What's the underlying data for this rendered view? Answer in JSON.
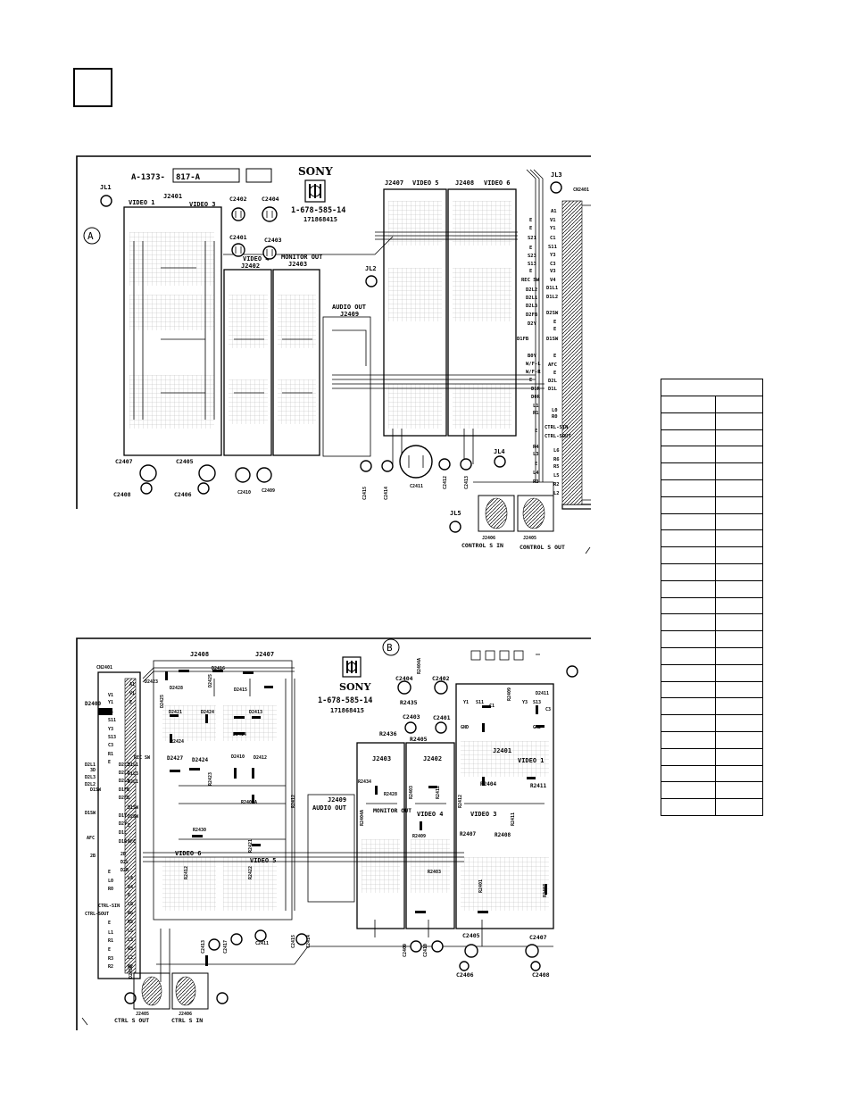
{
  "board_a": {
    "marker": "A",
    "part_number": "A-1373-",
    "part_suffix": "817-A",
    "brand": "SONY",
    "pcb_code": "1-678-585-14",
    "serial": "171868415",
    "labels": {
      "jl1": "JL1",
      "jl2": "JL2",
      "jl3": "JL3",
      "jl4": "JL4",
      "jl5": "JL5",
      "j2401": "J2401",
      "video1": "VIDEO 1",
      "video3": "VIDEO 3",
      "c2402": "C2402",
      "c2404": "C2404",
      "c2401": "C2401",
      "c2403": "C2403",
      "video4": "VIDEO 4",
      "monitor_out": "MONITOR OUT",
      "j2402": "J2402",
      "j2403": "J2403",
      "audio_out": "AUDIO OUT",
      "j2409": "J2409",
      "j2407": "J2407",
      "video5": "VIDEO 5",
      "j2408": "J2408",
      "video6": "VIDEO 6",
      "cn2401": "CN2401",
      "c2407": "C2407",
      "c2405": "C2405",
      "c2408": "C2408",
      "c2406": "C2406",
      "c2410": "C2410",
      "c2409": "C2409",
      "c2415": "C2415",
      "c2414": "C2414",
      "c2411": "C2411",
      "c2412": "C2412",
      "c2413": "C2413",
      "j2406": "J2406",
      "j2405": "J2405",
      "control_s_in": "CONTROL S IN",
      "control_s_out": "CONTROL S OUT"
    },
    "connector_left": [
      "E",
      "E",
      "S21",
      "E",
      "S23",
      "S13",
      "E",
      "REC SW",
      "D2L2",
      "D2L1",
      "D2L3",
      "D2FB",
      "D2Y",
      "D1FB",
      "B0Y",
      "W/F-L",
      "W/F-R",
      "E",
      "D1R",
      "D0R",
      "L1",
      "R1",
      "E",
      "R4",
      "L3",
      "E",
      "L4",
      "R3"
    ],
    "connector_right": [
      "A1",
      "V1",
      "Y1",
      "C1",
      "S11",
      "Y3",
      "C3",
      "V3",
      "V4",
      "D1L1",
      "D1L2",
      "D2SW",
      "E",
      "E",
      "D1SW",
      "E",
      "AFC",
      "E",
      "D2L",
      "D1L",
      "L0",
      "R0",
      "CTRL-SIN",
      "CTRL-SOUT",
      "L6",
      "R6",
      "R5",
      "L5",
      "R2",
      "L2"
    ]
  },
  "board_b": {
    "marker": "B",
    "brand": "SONY",
    "pcb_code": "1-678-585-14",
    "serial": "171868415",
    "labels": {
      "cn2401": "CN2401",
      "d2400": "D2400",
      "j2408": "J2408",
      "j2407": "J2407",
      "d2423": "D2423",
      "d2428": "D2428",
      "d2416": "D2416",
      "d2415": "D2415",
      "d2425": "D2425",
      "d2421": "D2421",
      "d2424": "D2424",
      "d2413": "D2413",
      "d2414": "D2414",
      "r2424": "R2424",
      "d2427": "D2427",
      "d2424b": "D2424",
      "d2410": "D2410",
      "d2412": "D2412",
      "r2423": "R2423",
      "r2405a": "R2405A",
      "r2430": "R2430",
      "video6": "VIDEO 6",
      "video5": "VIDEO 5",
      "r2412": "R2412",
      "r2421": "R2421",
      "r2422": "R2422",
      "c2404": "C2404",
      "c2402": "C2402",
      "r2404a": "R2404A",
      "r2435": "R2435",
      "c2403": "C2403",
      "c2401": "C2401",
      "r2436": "R2436",
      "r2405": "R2405",
      "j2403": "J2403",
      "j2402": "J2402",
      "j2409": "J2409",
      "audio_out": "AUDIO OUT",
      "monitor_out": "MONITOR OUT",
      "video4": "VIDEO 4",
      "video3": "VIDEO 3",
      "video1": "VIDEO 1",
      "j2401": "J2401",
      "r2434": "R2434",
      "r2428": "R2428",
      "r2409": "R2409",
      "r2403": "R2403",
      "r2407": "R2407",
      "r2408": "R2408",
      "r2404": "R2404",
      "r2411": "R2411",
      "r2401": "R2401",
      "d2411": "D2411",
      "r2409b": "R2409",
      "c2413": "C2413",
      "c2417": "C2417",
      "c2411": "C2411",
      "c2415": "C2415",
      "c2414": "C2414",
      "c2409": "C2409",
      "c2410": "C2410",
      "c2405": "C2405",
      "c2407": "C2407",
      "c2406": "C2406",
      "c2408": "C2408",
      "j2405": "J2405",
      "j2406": "J2406",
      "ctrl_s_out": "CTRL S OUT",
      "ctrl_s_in": "CTRL S IN",
      "d2434": "D2434",
      "gnd": "GND",
      "y1": "Y1",
      "s11": "S11",
      "c1": "C1",
      "y3": "Y3",
      "s13": "S13",
      "c3": "C3",
      "v1": "V1",
      "v3": "V3"
    },
    "connector_left": [
      "V1",
      "Y1",
      "C1",
      "S11",
      "Y3",
      "S13",
      "C3",
      "R1",
      "E",
      "REC SW",
      "D2L2",
      "D2L1",
      "D2L3",
      "D1FB",
      "D2FB",
      "D1Y",
      "D2Y",
      "D1L",
      "D1R",
      "E",
      "L0",
      "R0",
      "CTRL-SIN",
      "CTRL-SOUT",
      "E",
      "L1",
      "R1",
      "E",
      "R3",
      "R2"
    ],
    "connector_right": [
      "A1",
      "V1",
      "E",
      "D1L1",
      "D1L3",
      "D2L1",
      "D1SW",
      "D2SW",
      "E",
      "AFC",
      "2B",
      "D2L",
      "D2R",
      "L4",
      "R4",
      "E",
      "L6",
      "R6",
      "R5",
      "L5",
      "L3",
      "R3",
      "L2",
      "R2"
    ],
    "left_edge_labels": [
      "D2L1",
      "3D",
      "D2L3",
      "D2L2",
      "D1SW",
      "D1SW",
      "AFC",
      "2B",
      "CTRL-SIN",
      "CTRL-SOUT"
    ]
  }
}
